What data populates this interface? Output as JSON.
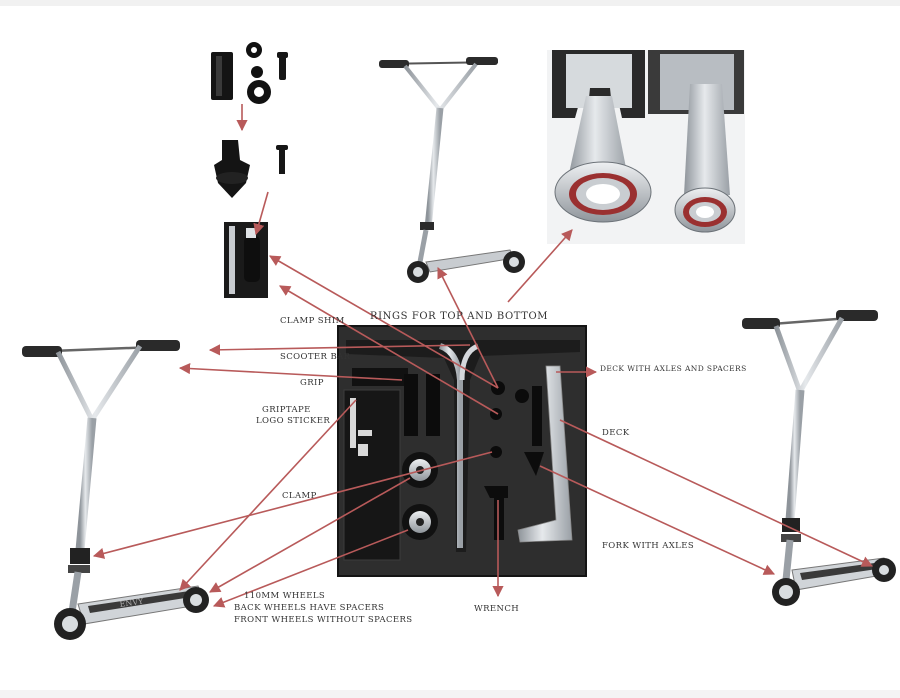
{
  "labels": {
    "clamp_shim": "CLAMP SHIM",
    "rings": "RINGS FOR TOP AND BOTTOM",
    "scooter_bar": "SCOOTER BAR",
    "grip": "GRIP",
    "griptape": "GRIPTAPE",
    "logo_sticker": "LOGO STICKER",
    "clamp": "CLAMP",
    "deck_with_axles": "DECK WITH AXLES AND SPACERS",
    "deck": "DECK",
    "fork_with_axles": "FORK WITH AXLES",
    "wrench": "WRENCH",
    "wheels_line1": "110MM WHEELS",
    "wheels_line2": "BACK WHEELS HAVE SPACERS",
    "wheels_line3": "FRONT WHEELS WITHOUT SPACERS"
  },
  "deck_text": "ENVY",
  "colors": {
    "arrow": "#b85a5a",
    "foam": "#2e2e2e",
    "metal": "#c8ccd0",
    "bearing": "#9a3030"
  }
}
